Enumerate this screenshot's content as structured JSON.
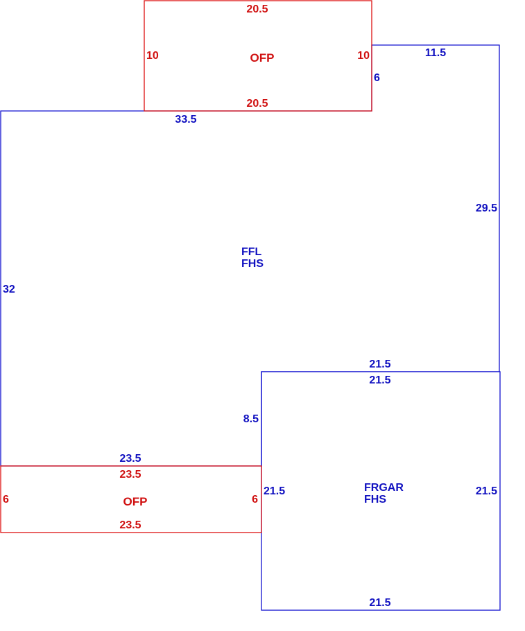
{
  "colors": {
    "living_area": "#1010d0",
    "porch": "#dd1111"
  },
  "areas": {
    "top_porch": {
      "line1": "OFP"
    },
    "main_house": {
      "line1": "FFL",
      "line2": "FHS"
    },
    "garage": {
      "line1": "FRGAR",
      "line2": "FHS"
    },
    "bottom_porch": {
      "line1": "OFP"
    }
  },
  "dimensions": {
    "top_porch": {
      "top": "20.5",
      "bottom": "20.5",
      "left": "10",
      "right": "10"
    },
    "main_house": {
      "upper_left_top": "33.5",
      "upper_right_top": "11.5",
      "right_step": "6",
      "right": "29.5",
      "left": "32",
      "lower_bottom": "23.5",
      "inner_step": "8.5",
      "garage_top_shared": "21.5"
    },
    "garage": {
      "top": "21.5",
      "left": "21.5",
      "right": "21.5",
      "bottom": "21.5"
    },
    "bottom_porch": {
      "top_shared": "23.5",
      "top": "23.5",
      "bottom": "23.5",
      "left": "6",
      "right": "6"
    }
  }
}
